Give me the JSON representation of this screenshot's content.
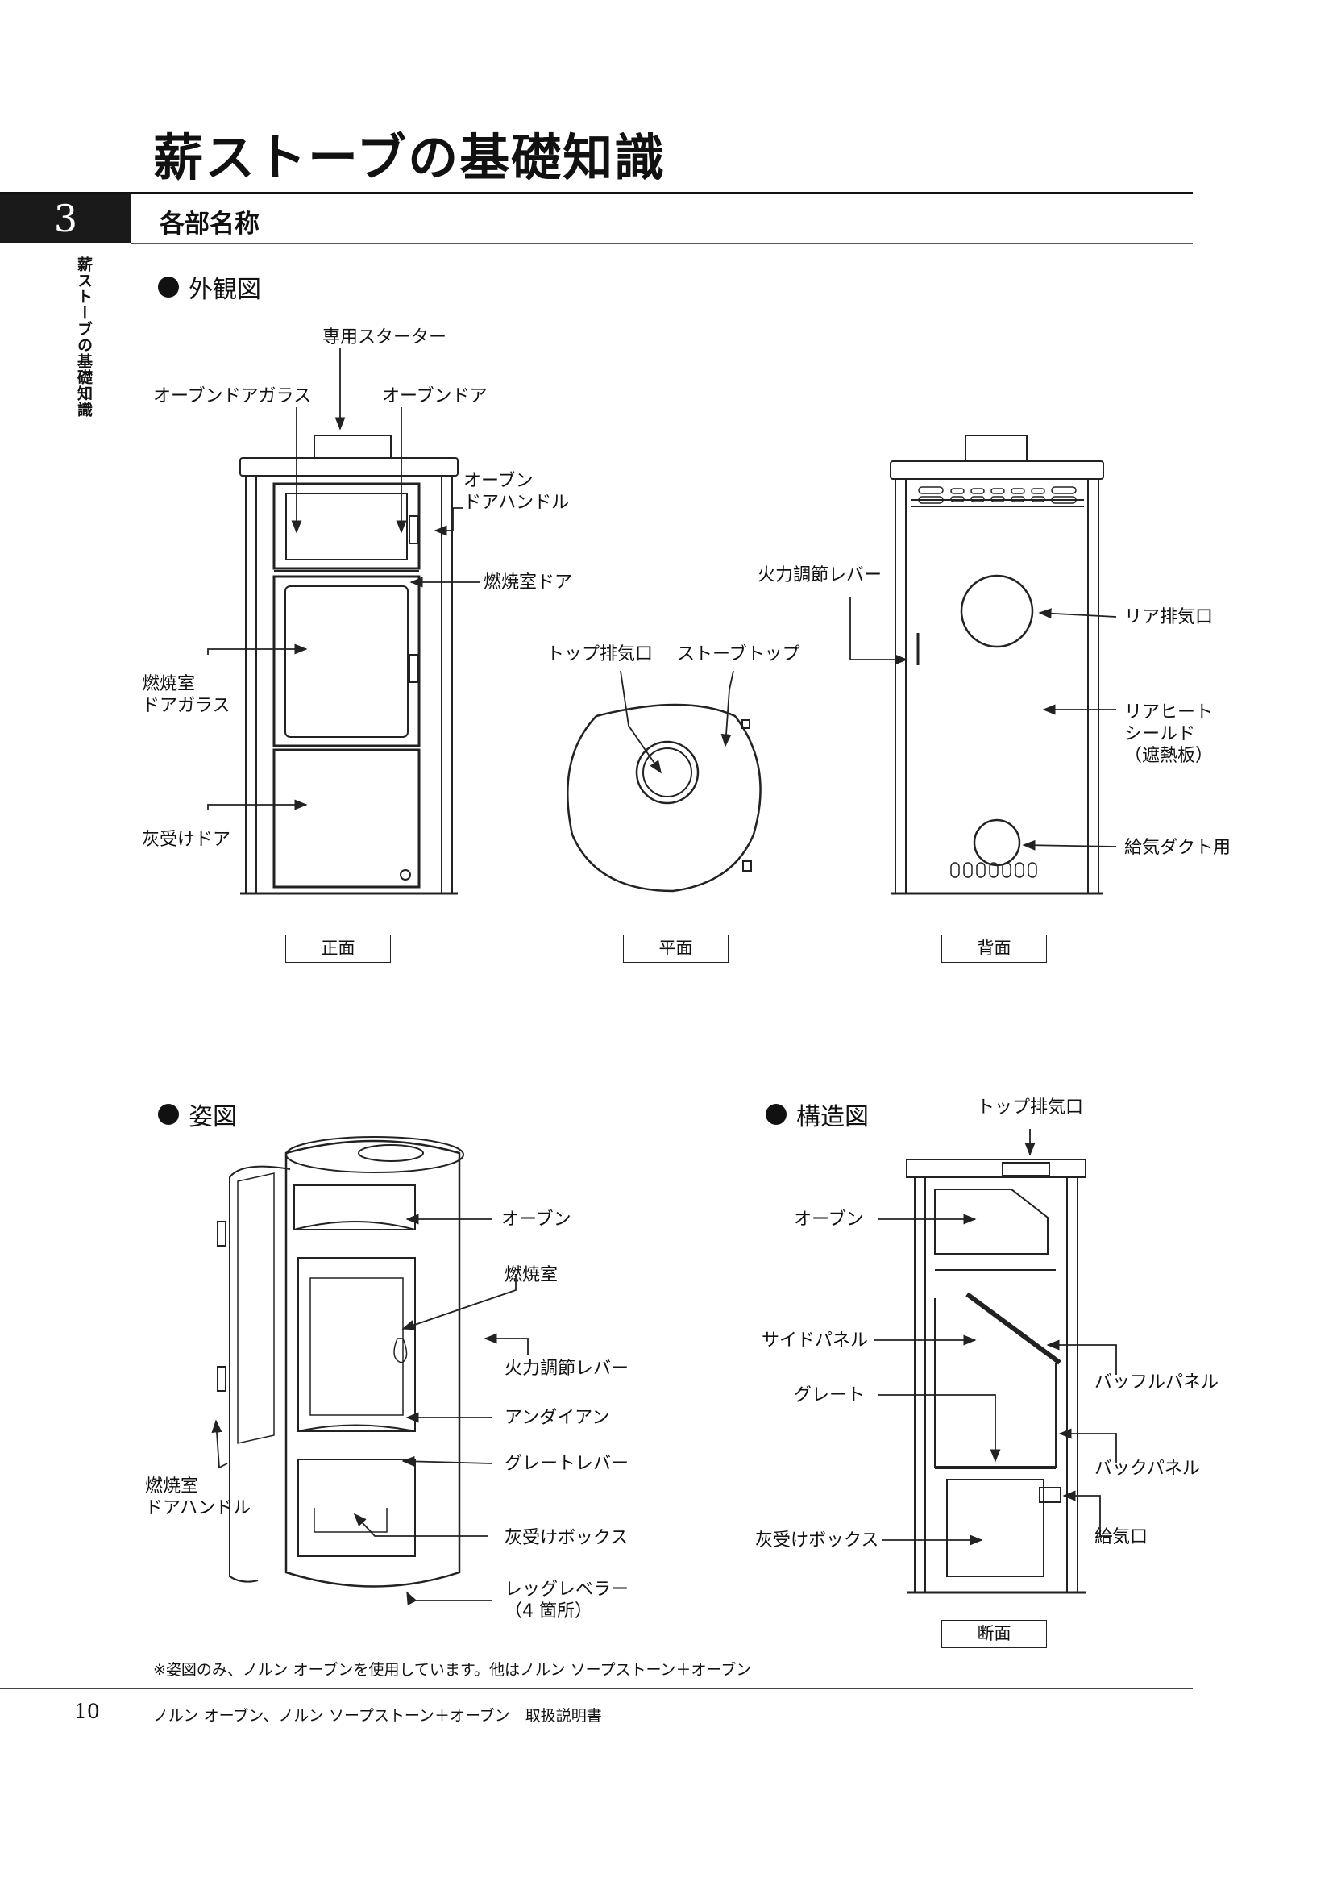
{
  "header": {
    "title": "薪ストーブの基礎知識",
    "section_number": "3",
    "section_title": "各部名称",
    "side_tab": "薪ストーブの基礎知識"
  },
  "exterior": {
    "heading": "外観図",
    "labels": {
      "starter": "専用スターター",
      "oven_door_glass": "オーブンドアガラス",
      "oven_door": "オーブンドア",
      "oven_door_handle": "オーブン\nドアハンドル",
      "firebox_door": "燃焼室ドア",
      "firebox_door_glass": "燃焼室\nドアガラス",
      "ash_door": "灰受けドア",
      "top_flue": "トップ排気口",
      "stove_top": "ストーブトップ",
      "air_lever": "火力調節レバー",
      "rear_flue": "リア排気口",
      "rear_heat_shield": "リアヒート\nシールド\n（遮熱板）",
      "air_duct": "給気ダクト用"
    },
    "views": {
      "front": "正面",
      "plan": "平面",
      "back": "背面"
    }
  },
  "perspective": {
    "heading": "姿図",
    "labels": {
      "oven": "オーブン",
      "firebox": "燃焼室",
      "air_lever": "火力調節レバー",
      "andiron": "アンダイアン",
      "grate_lever": "グレートレバー",
      "ash_box": "灰受けボックス",
      "leg_leveler": "レッグレベラー\n（4 箇所）",
      "firebox_door_handle": "燃焼室\nドアハンドル"
    }
  },
  "structure": {
    "heading": "構造図",
    "labels": {
      "top_flue": "トップ排気口",
      "oven": "オーブン",
      "side_panel": "サイドパネル",
      "grate": "グレート",
      "ash_box": "灰受けボックス",
      "baffle_panel": "バッフルパネル",
      "back_panel": "バックパネル",
      "air_inlet": "給気口"
    },
    "view": "断面"
  },
  "footer": {
    "note": "※姿図のみ、ノルン オーブンを使用しています。他はノルン ソープストーン＋オーブン",
    "page_number": "10",
    "manual_title": "ノルン オーブン、ノルン ソープストーン＋オーブン　取扱説明書"
  }
}
